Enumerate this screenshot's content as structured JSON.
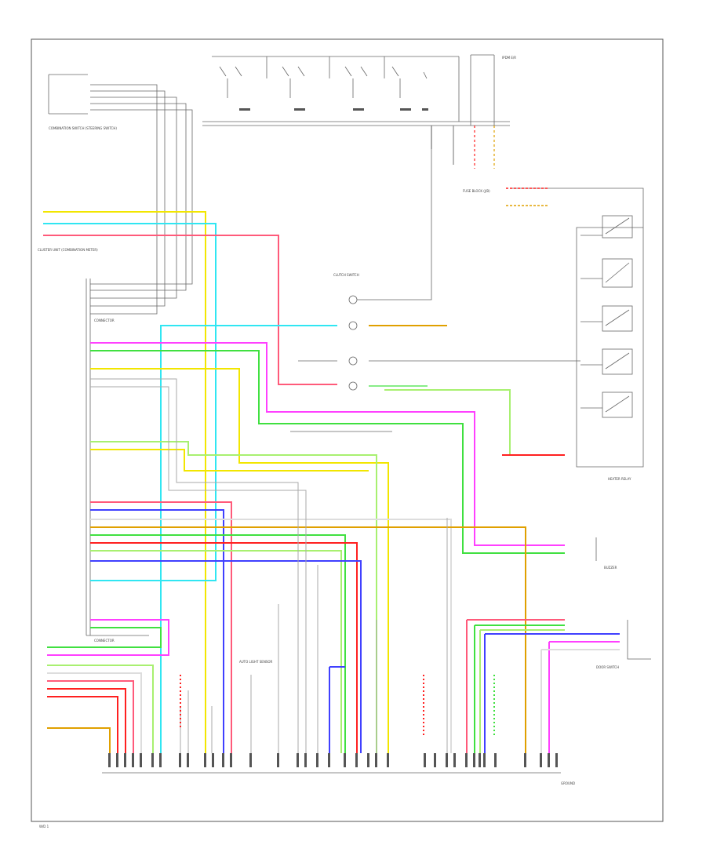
{
  "labels": {
    "combination_switch": "COMBINATION SWITCH (STEERING SWITCH)",
    "cluster_module": "CLUSTER UNIT (COMBINATION METER)",
    "connector_1": "CONNECTOR",
    "connector_2": "CONNECTOR",
    "clutch_switch": "CLUTCH SWITCH",
    "heater_relay": "HEATER RELAY",
    "fuse_block": "FUSE BLOCK (J/B)",
    "engine_room_module": "IPDM E/R",
    "buzzer": "BUZZER",
    "auto_light_sensor": "AUTO LIGHT SENSOR",
    "door_switch": "DOOR SWITCH",
    "ground": "GROUND",
    "page_ref": "W/D 1"
  },
  "colors": {
    "yellow": "#f2e600",
    "cyan": "#30e6f2",
    "pink": "#ff5a7a",
    "magenta": "#ff40ff",
    "green": "#40e040",
    "light_green": "#a8f070",
    "blue": "#4040ff",
    "red": "#ff2020",
    "orange": "#e0a000",
    "gray": "#999999",
    "black": "#333333"
  }
}
